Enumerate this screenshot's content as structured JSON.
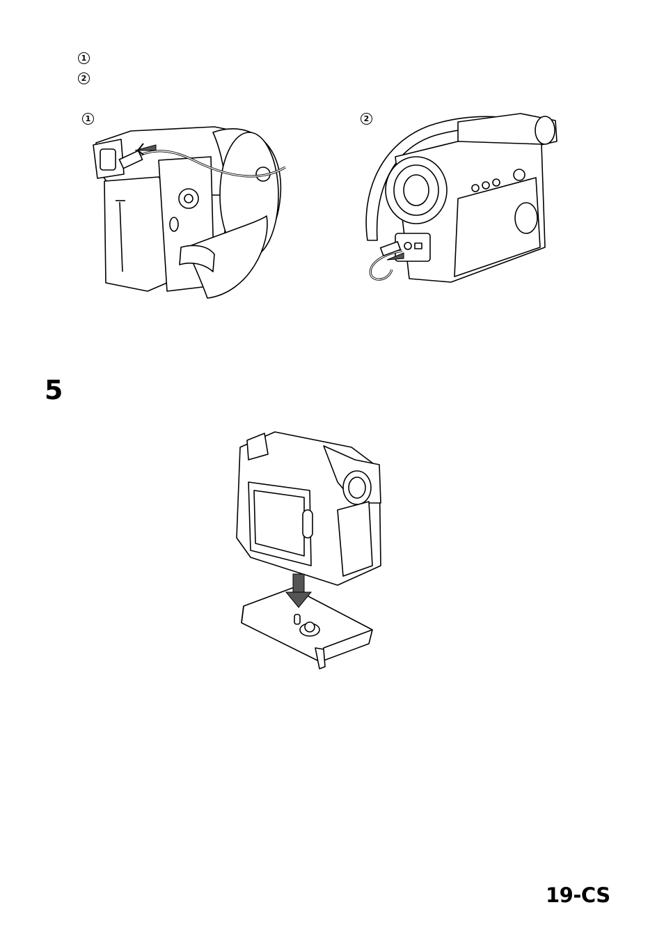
{
  "markers": {
    "list_1": "1",
    "list_2": "2",
    "fig_1": "1",
    "fig_2": "2"
  },
  "step": "5",
  "page_number": "19-CS",
  "colors": {
    "ink": "#000000",
    "fill": "#ffffff",
    "shade": "#555555"
  },
  "icons": [
    "camcorder-left-illustration",
    "camcorder-right-illustration",
    "camcorder-dock-illustration",
    "down-arrow-icon"
  ]
}
